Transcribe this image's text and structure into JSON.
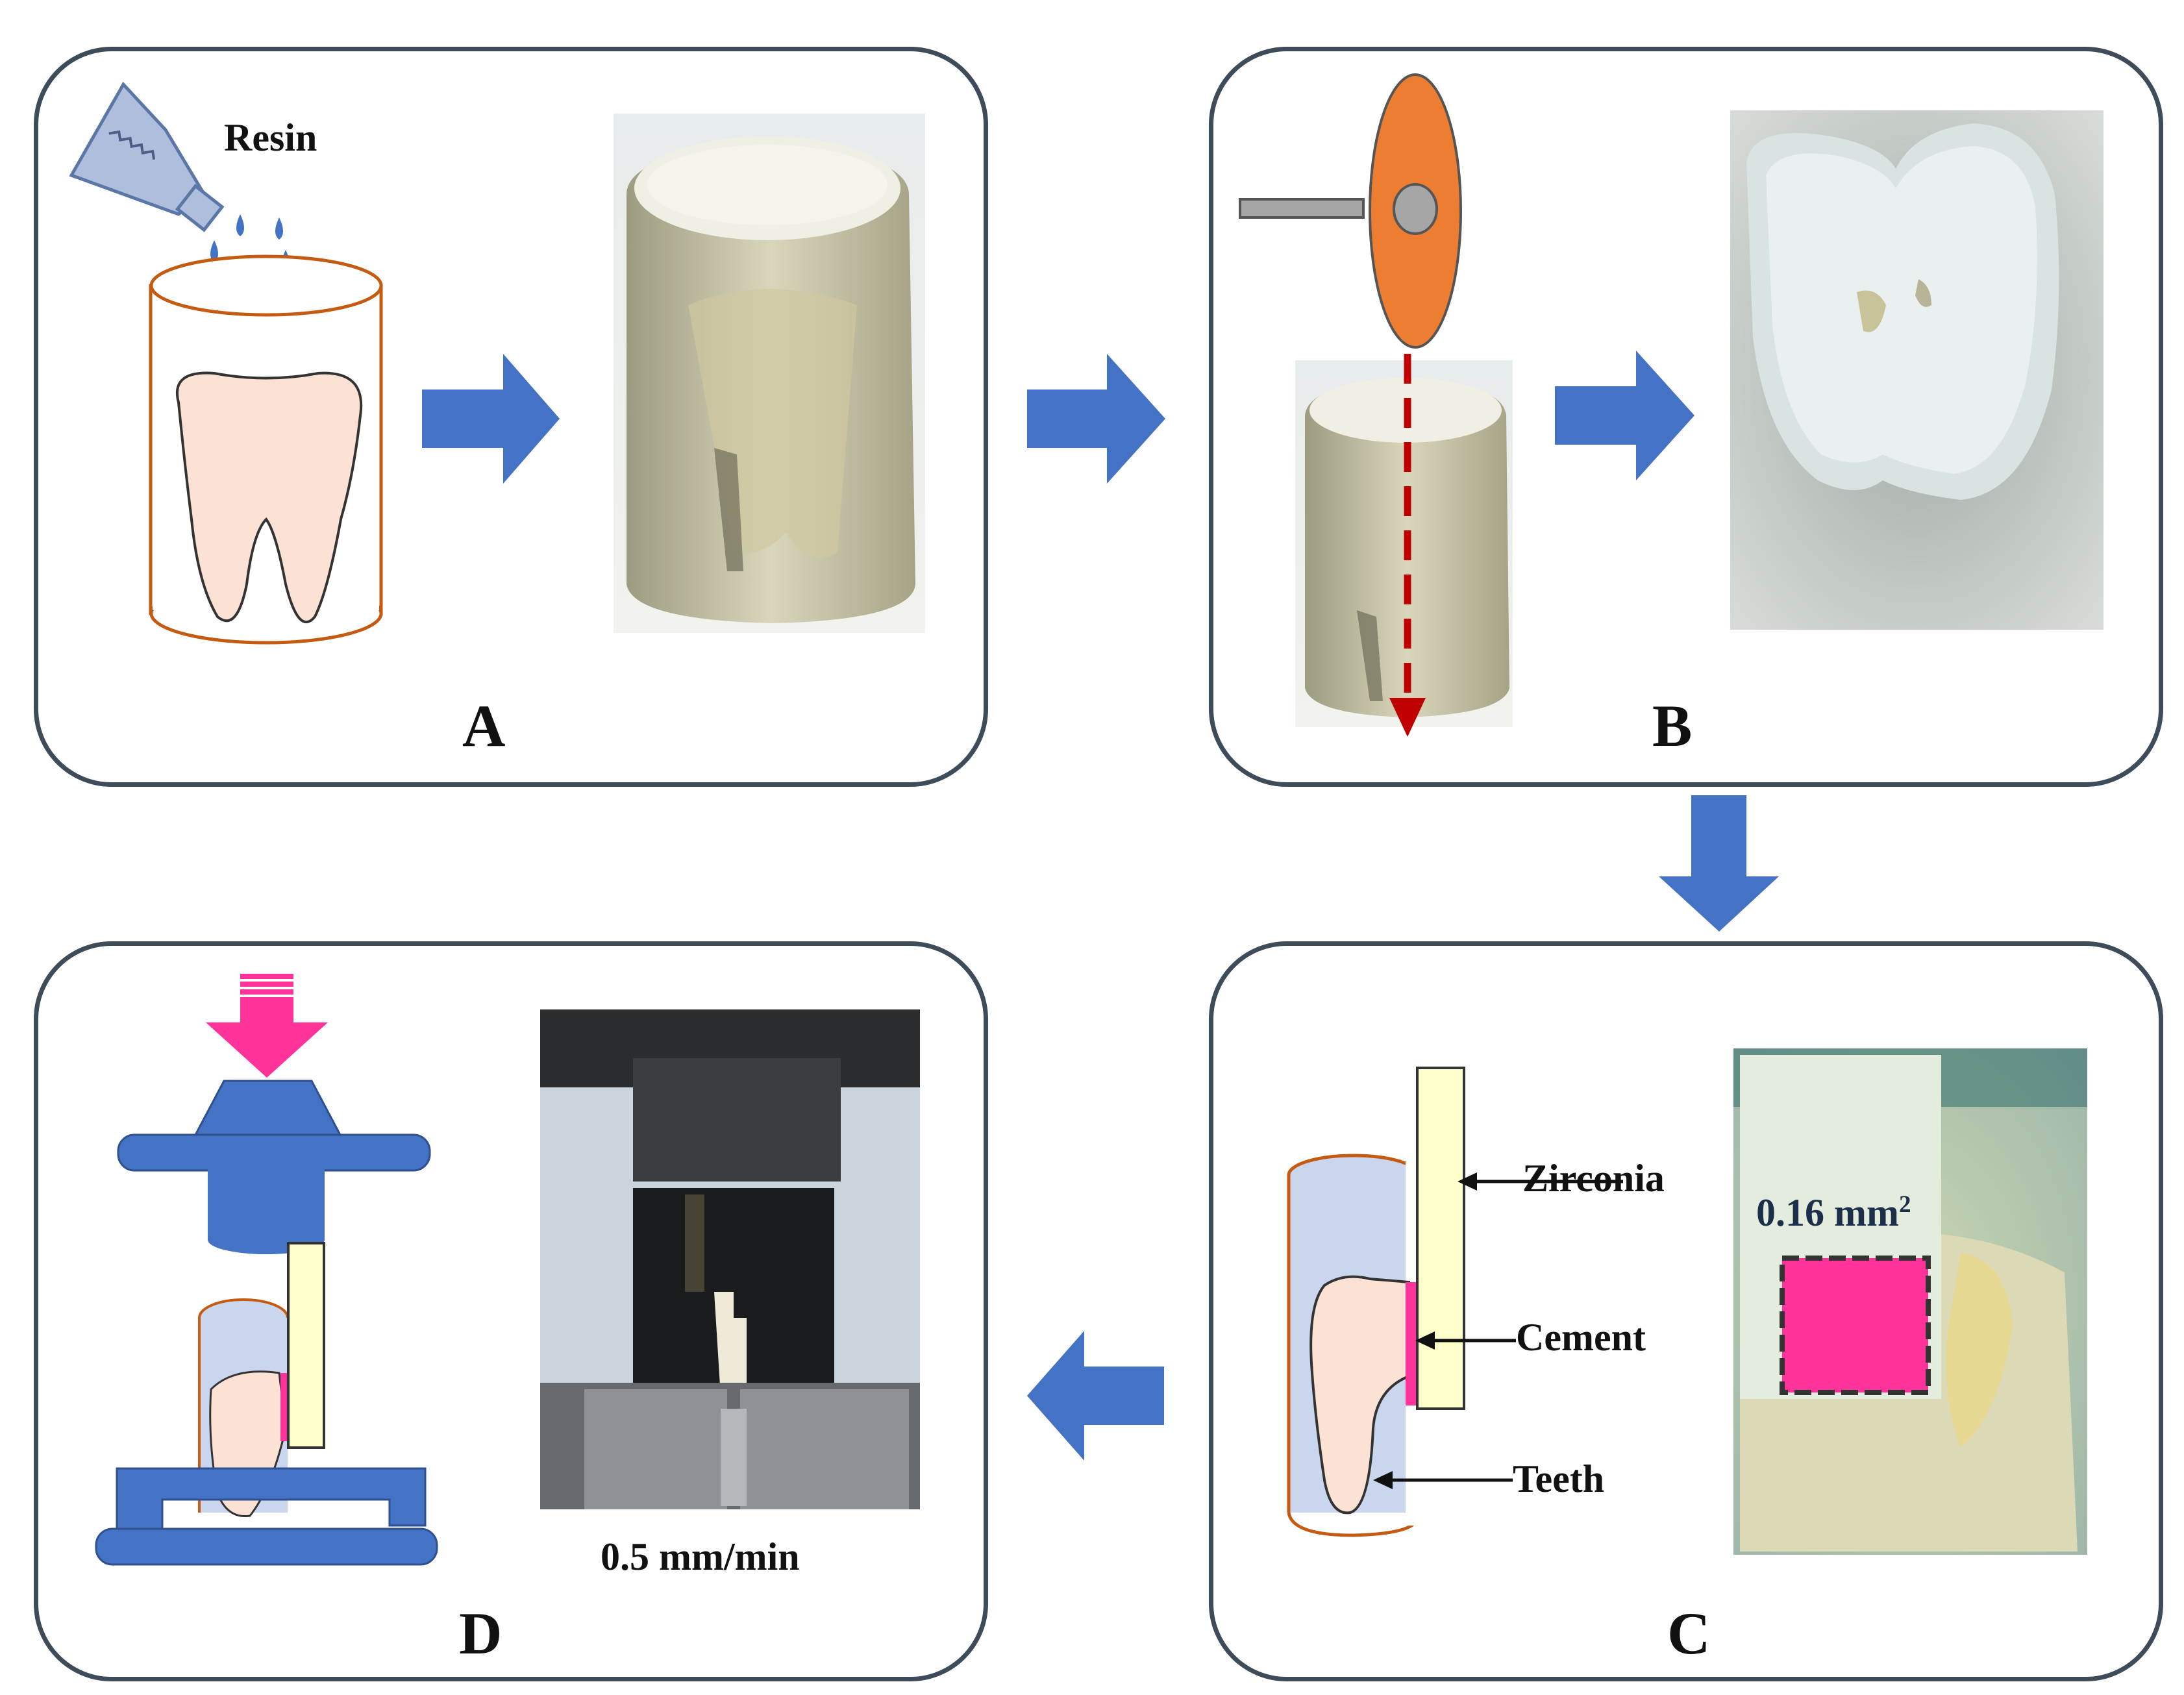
{
  "panels": {
    "a": {
      "label": "A",
      "resin_label": "Resin"
    },
    "b": {
      "label": "B"
    },
    "c": {
      "label": "C",
      "zirconia_label": "Zirconia",
      "cement_label": "Cement",
      "teeth_label": "Teeth",
      "area_value": "0.16 mm",
      "area_exponent": "2"
    },
    "d": {
      "label": "D",
      "speed_label": "0.5 mm/min"
    }
  },
  "colors": {
    "panel_border": "#3e4b59",
    "flow_arrow": "#4472c4",
    "tooth": "#fbe2d4",
    "cylinder_outline": "#c55a11",
    "cylinder_fill": "#c9d6ee",
    "disc": "#ed7d31",
    "cut_line": "#c00000",
    "zirconia": "#ffffcc",
    "cement": "#ff3399",
    "jig": "#4472c4",
    "load_arrow": "#ff3399"
  }
}
